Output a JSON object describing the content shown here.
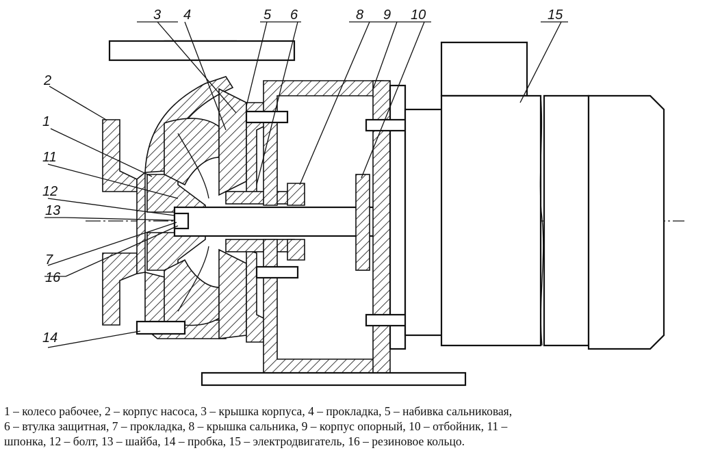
{
  "diagram": {
    "labels": [
      {
        "id": "1",
        "text": "1"
      },
      {
        "id": "2",
        "text": "2"
      },
      {
        "id": "3",
        "text": "3"
      },
      {
        "id": "4",
        "text": "4"
      },
      {
        "id": "5",
        "text": "5"
      },
      {
        "id": "6",
        "text": "6"
      },
      {
        "id": "7",
        "text": "7"
      },
      {
        "id": "8",
        "text": "8"
      },
      {
        "id": "9",
        "text": "9"
      },
      {
        "id": "10",
        "text": "10"
      },
      {
        "id": "11",
        "text": "11"
      },
      {
        "id": "12",
        "text": "12"
      },
      {
        "id": "13",
        "text": "13"
      },
      {
        "id": "14",
        "text": "14"
      },
      {
        "id": "15",
        "text": "15"
      },
      {
        "id": "16",
        "text": "16"
      }
    ]
  },
  "caption": {
    "line1": "1 – колесо рабочее, 2 – корпус насоса, 3 – крышка корпуса,  4 – прокладка,  5 – набивка  сальниковая,",
    "line2": "6 – втулка  защитная,  7 – прокладка,  8 – крышка сальника,  9 – корпус  опорный,  10 – отбойник,  11 –",
    "line3": "шпонка,  12 – болт,  13 – шайба,  14 – пробка,  15 – электродвигатель,  16 – резиновое  кольцо."
  }
}
